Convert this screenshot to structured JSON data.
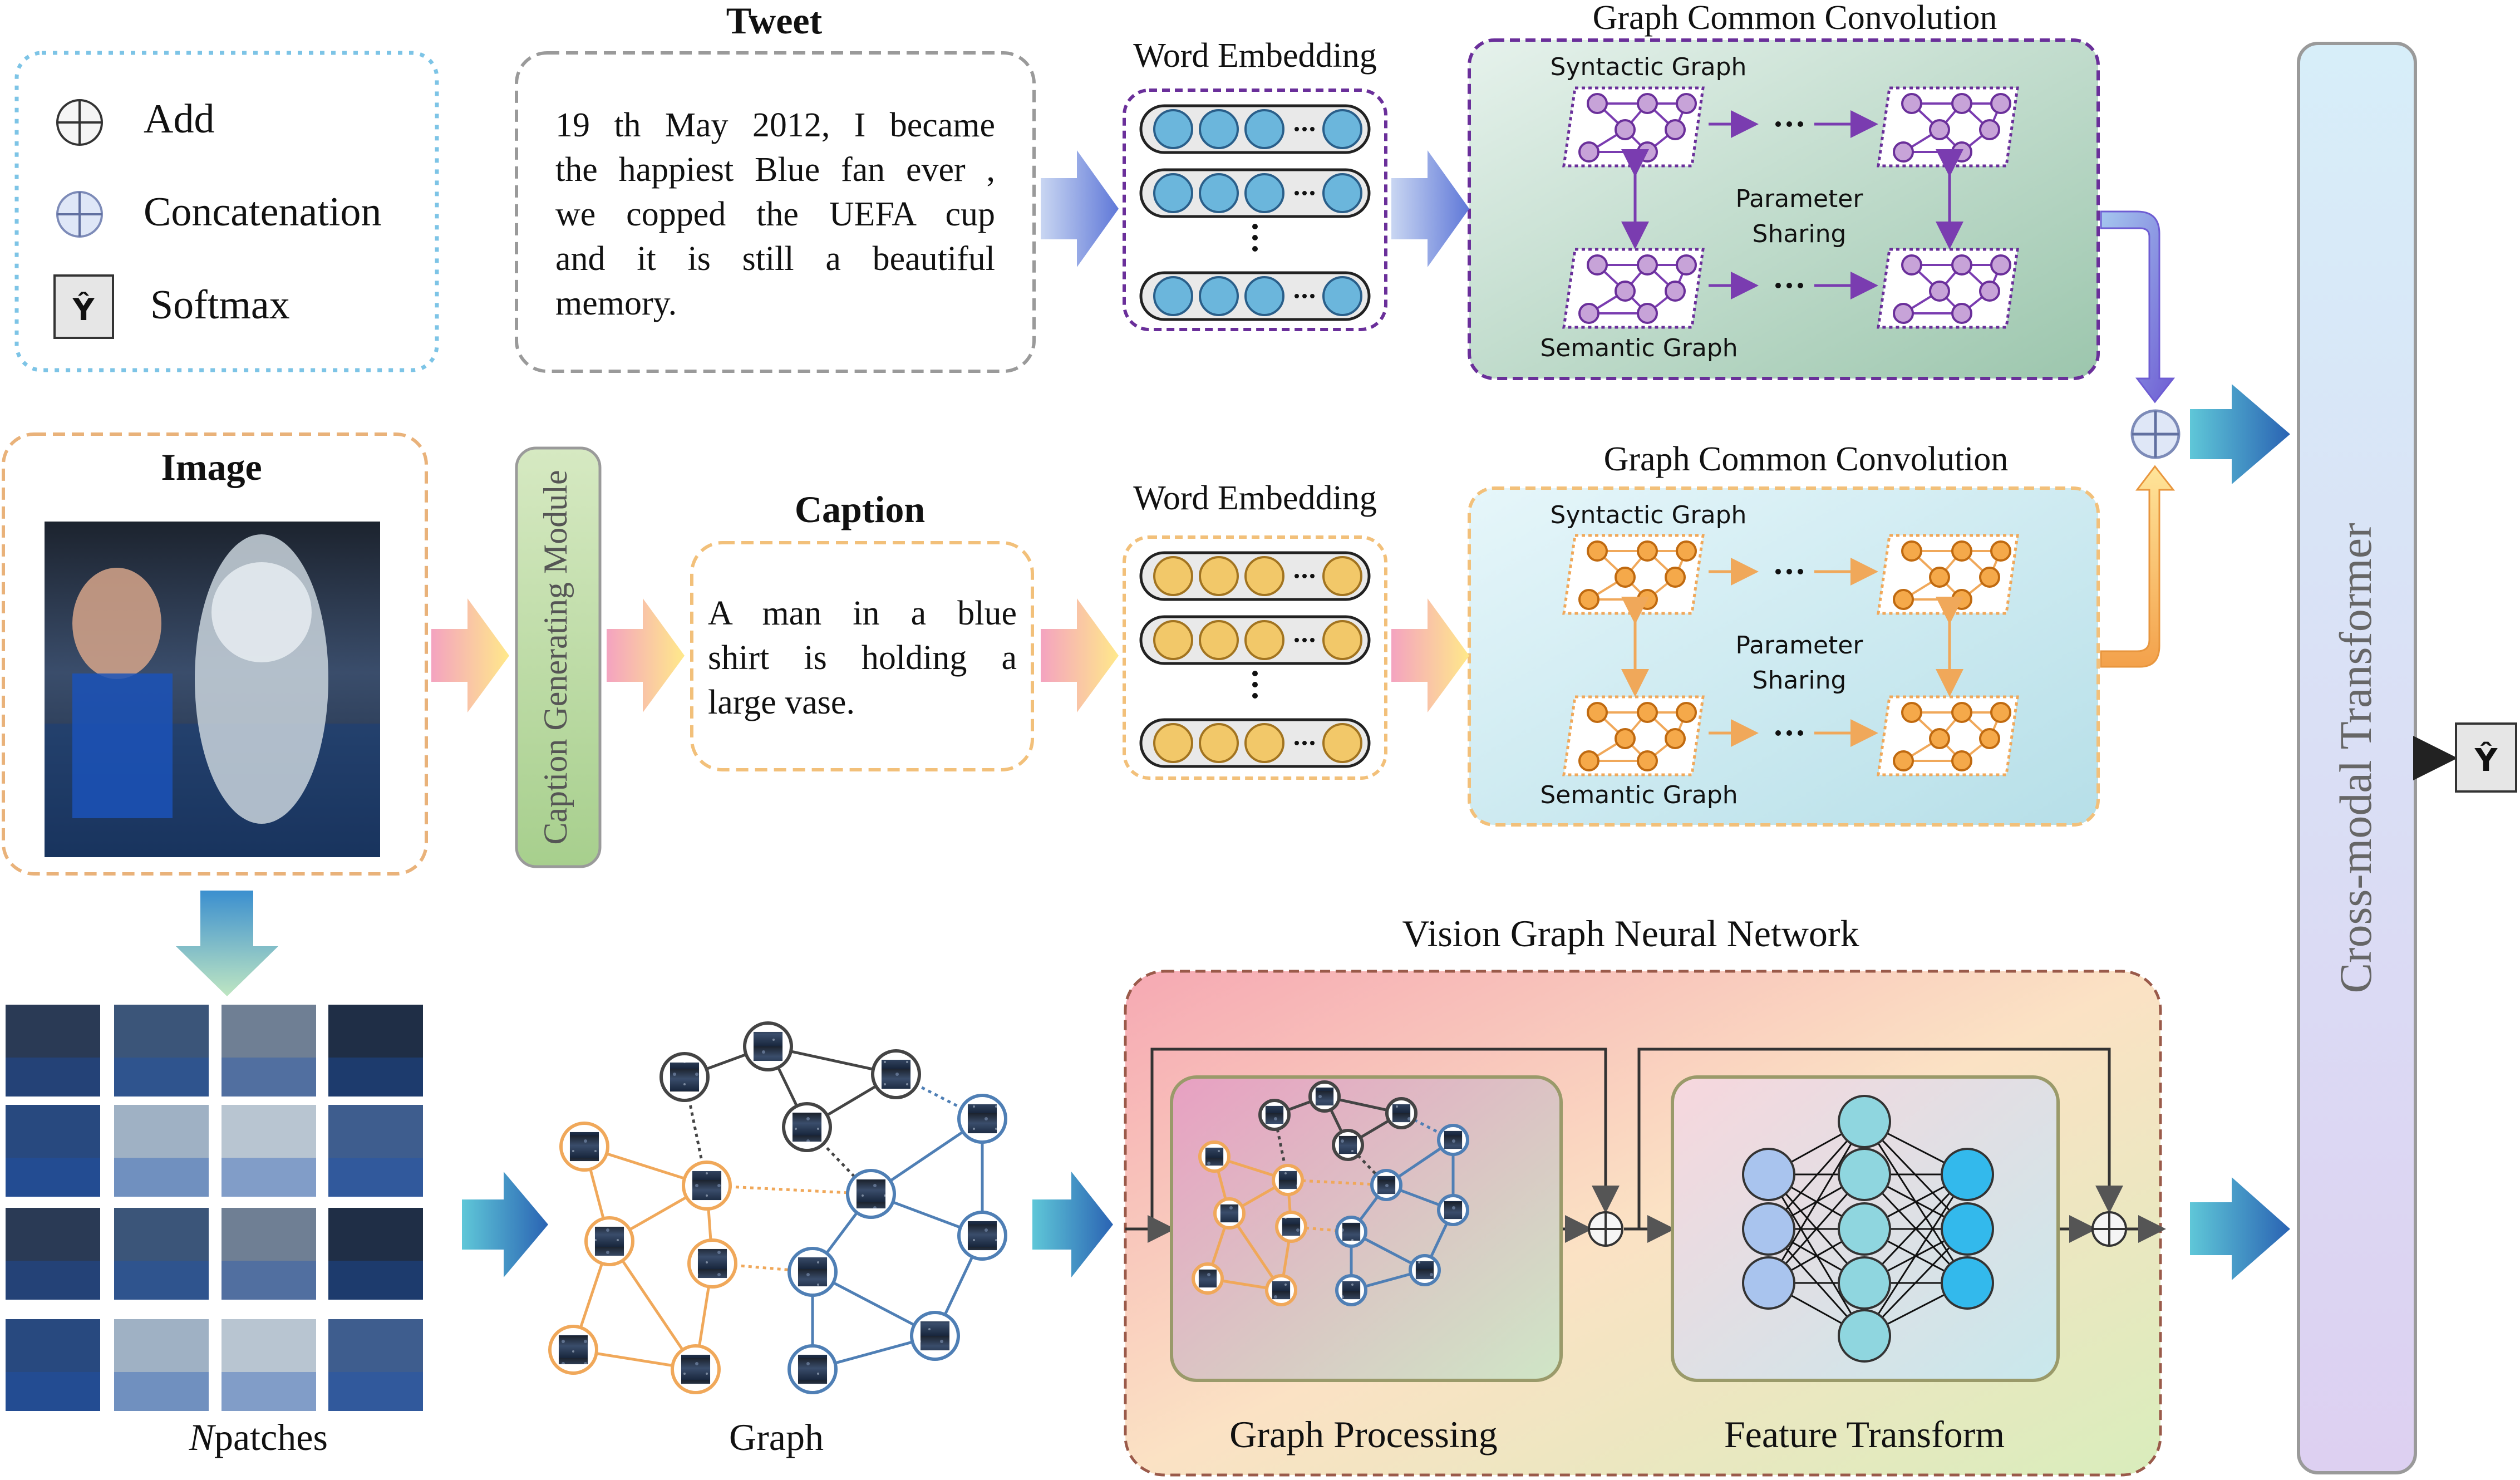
{
  "legend": {
    "add_label": "Add",
    "concat_label": "Concatenation",
    "softmax_label": "Softmax",
    "softmax_symbol": "Ŷ"
  },
  "tweet": {
    "title": "Tweet",
    "lines": [
      "19 th May 2012, I became",
      "the happiest Blue fan ever ,",
      "we copped the UEFA cup",
      "and it is still a beautiful",
      "memory."
    ]
  },
  "image_panel": {
    "title": "Image"
  },
  "caption_module": {
    "label": "Caption Generating Module"
  },
  "caption": {
    "title": "Caption",
    "lines": [
      "A man in a blue",
      "shirt is holding a",
      "large vase."
    ]
  },
  "word_embedding": {
    "label_top": "Word Embedding",
    "label_mid": "Word Embedding"
  },
  "gcc_top": {
    "title": "Graph Common Convolution",
    "syntactic": "Syntactic Graph",
    "semantic": "Semantic Graph",
    "param1": "Parameter",
    "param2": "Sharing"
  },
  "gcc_mid": {
    "title": "Graph Common Convolution",
    "syntactic": "Syntactic Graph",
    "semantic": "Semantic Graph",
    "param1": "Parameter",
    "param2": "Sharing"
  },
  "patches": {
    "label_n": "N",
    "label_rest": " patches"
  },
  "graph": {
    "label": "Graph"
  },
  "vgnn": {
    "title": "Vision Graph  Neural Network",
    "graph_processing": "Graph Processing",
    "feature_transform": "Feature Transform"
  },
  "transformer": {
    "label": "Cross-modal Transformer"
  },
  "output": {
    "symbol": "Ŷ"
  },
  "colors": {
    "purple": "#6a2f9a",
    "orange": "#f0a85a",
    "blue_node": "#6bb6dc",
    "yellow_node": "#f2c869"
  }
}
